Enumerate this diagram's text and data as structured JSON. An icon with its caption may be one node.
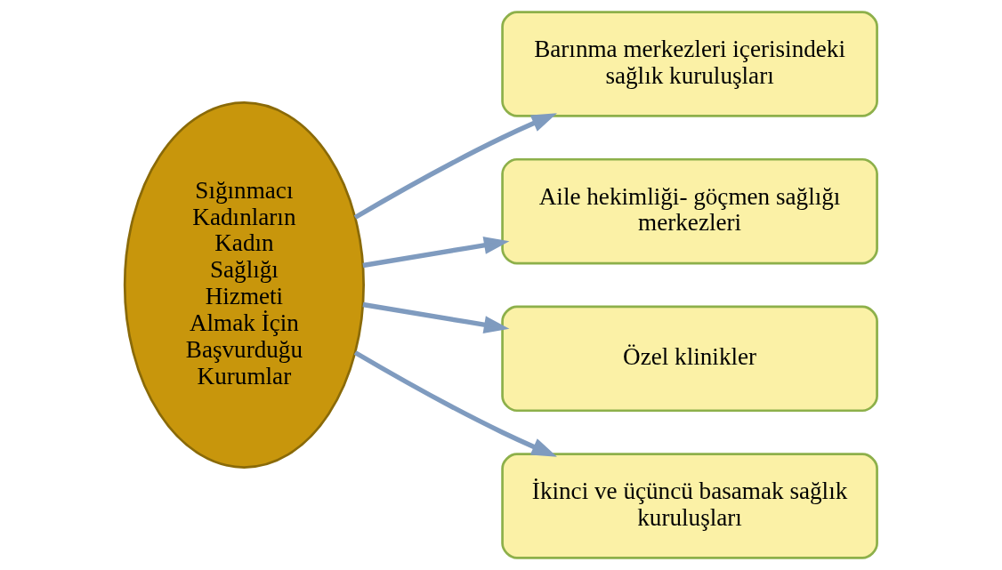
{
  "diagram": {
    "nodes": [
      {
        "text": [
          "Sığınmacı Kadınların Kadın Sağlığı Hizmeti Almak İçin Başvurduğu Kurumlar"
        ]
      },
      {
        "text": [
          "Barınma merkezleri içerisindeki sağlık kuruluşları"
        ]
      },
      {
        "text": [
          "Aile hekimliği- göçmen sağlığı merkezleri"
        ]
      },
      {
        "text": [
          "Özel klinikler"
        ]
      },
      {
        "text": [
          "İkinci ve üçüncü basamak sağlık kuruluşları"
        ]
      }
    ],
    "edges": [
      {
        "from": 0,
        "to": 1,
        "arrow": "to"
      },
      {
        "from": 0,
        "to": 2,
        "arrow": "to"
      },
      {
        "from": 0,
        "to": 3,
        "arrow": "to"
      },
      {
        "from": 0,
        "to": 4,
        "arrow": "to"
      }
    ]
  }
}
